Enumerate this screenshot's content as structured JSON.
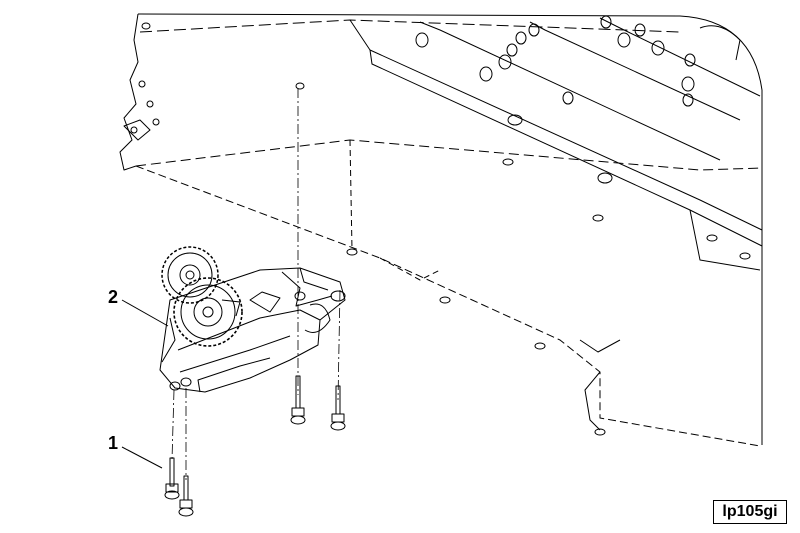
{
  "callouts": {
    "part_1": "1",
    "part_2": "2"
  },
  "figure_code": "lp105gi",
  "colors": {
    "line": "#000000",
    "background": "#ffffff"
  },
  "parts": [
    {
      "name": "engine-block",
      "icon": "engine-block-icon"
    },
    {
      "name": "oil-pump-assembly",
      "icon": "oil-pump-icon"
    },
    {
      "name": "mounting-bolts",
      "icon": "bolt-icon"
    }
  ]
}
